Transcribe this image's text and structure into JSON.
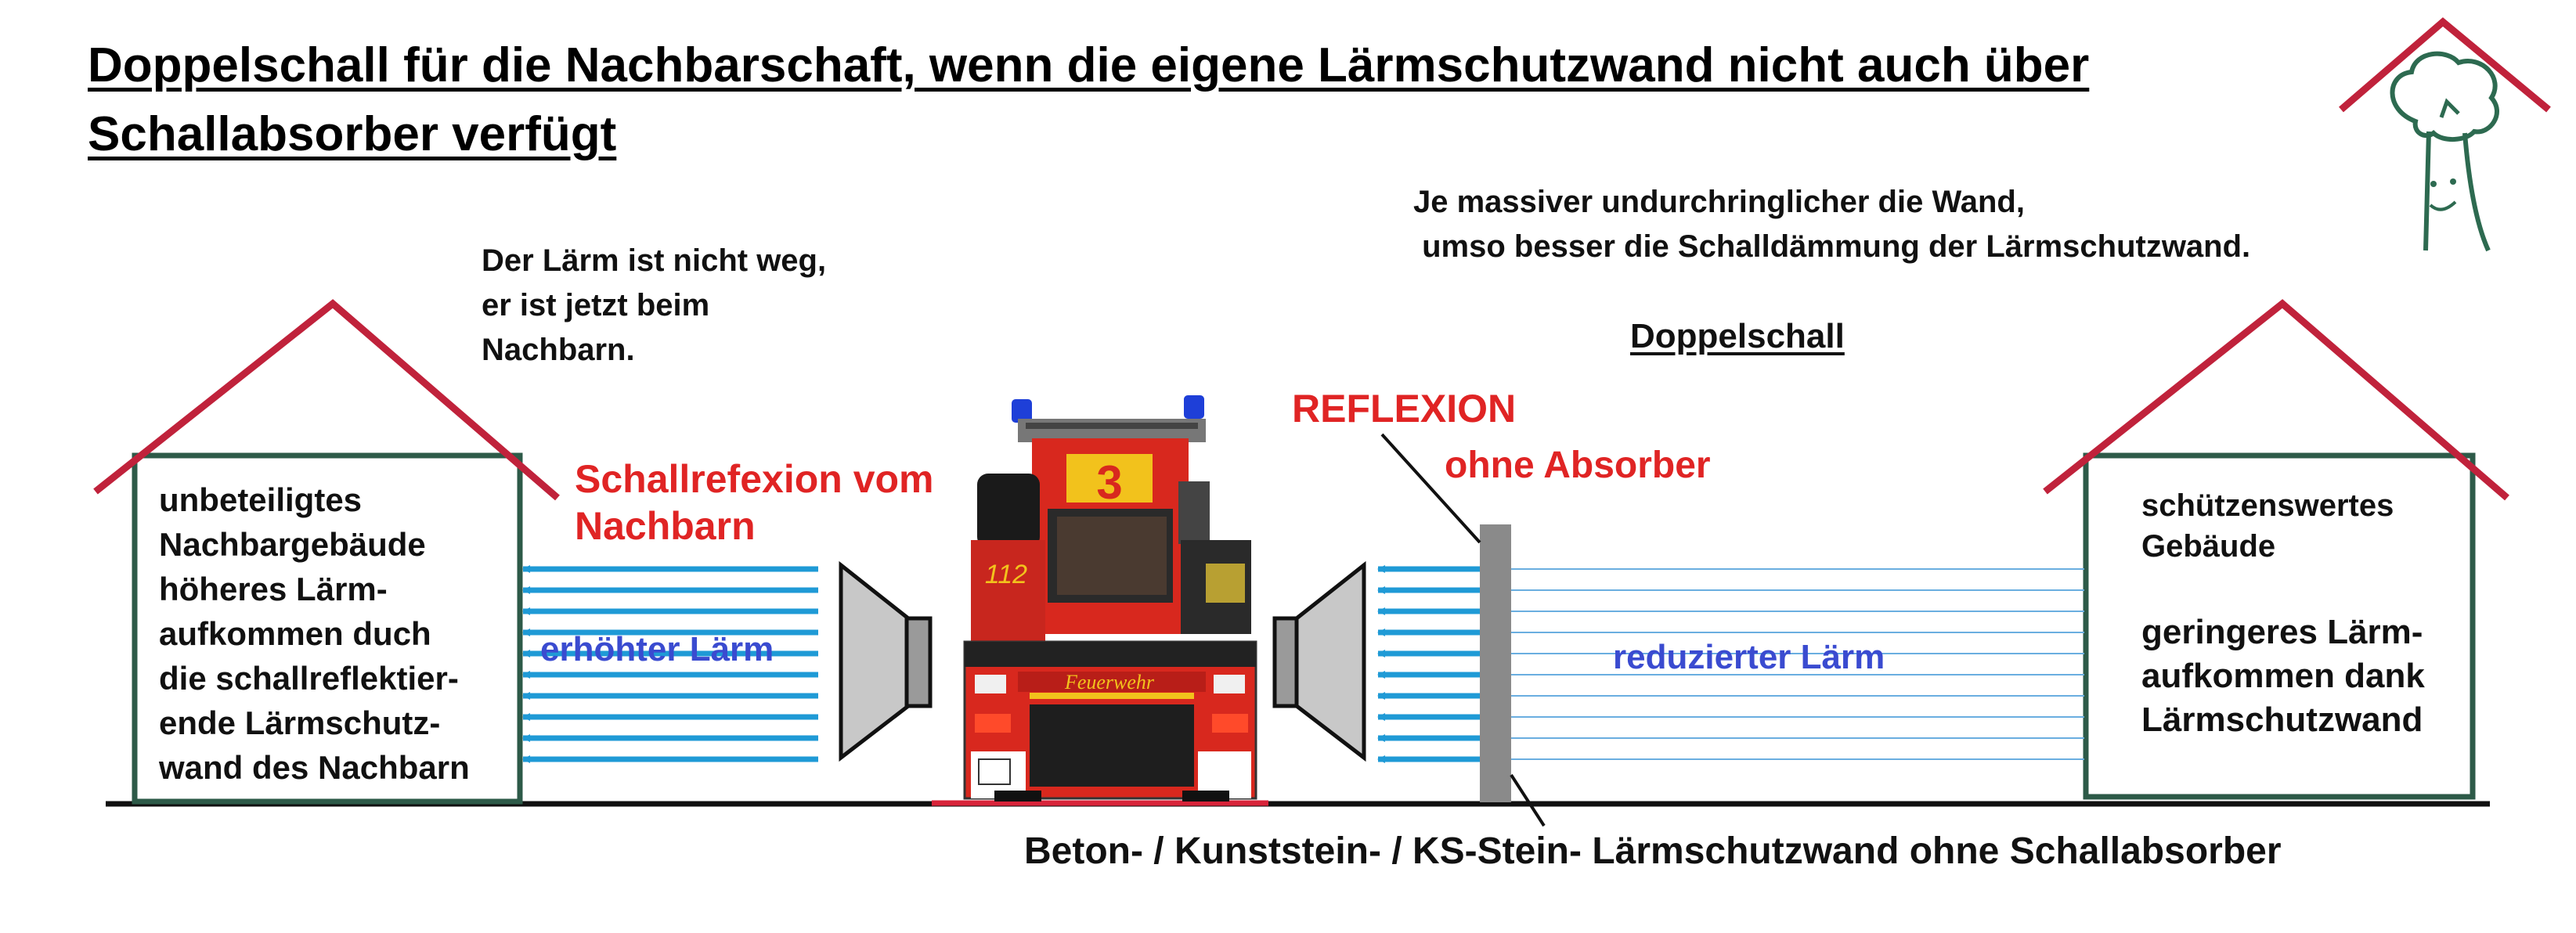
{
  "title": {
    "line1": "Doppelschall für die Nachbarschaft, wenn die eigene Lärmschutzwand nicht auch über",
    "line2": "Schallabsorber verfügt"
  },
  "note_left": "Der Lärm ist nicht weg,\ner ist jetzt beim\nNachbarn.",
  "note_right": "Je massiver undurchringlicher die Wand,\n umso besser die Schalldämmung der Lärmschutzwand.",
  "doppelschall": "Doppelschall",
  "reflexion": "REFLEXION",
  "ohne_absorber": "ohne Absorber",
  "schallrefexion": "Schallrefexion vom\nNachbarn",
  "erhoehter_laerm": "erhöhter Lärm",
  "reduzierter_laerm": "reduzierter Lärm",
  "left_house_text": "unbeteiligtes\nNachbargebäude\nhöheres Lärm-\naufkommen duch\ndie schallreflektier-\nende Lärmschutz-\nwand des Nachbarn",
  "right_house_text1": "schützenswertes\nGebäude",
  "right_house_text2": "geringeres Lärm-\naufkommen dank\nLärmschutzwand",
  "wall_caption": "Beton- / Kunststein- / KS-Stein- Lärmschutzwand ohne Schallabsorber",
  "truck": {
    "number": "3",
    "emergency": "112",
    "brand": "Feuerwehr"
  },
  "colors": {
    "roof": "#c0223b",
    "house_wall": "#2d5a48",
    "arrow": "#1f9ad6",
    "wall": "#8a8a8a",
    "accent_red": "#e02424",
    "accent_blue": "#3a4bd0"
  }
}
